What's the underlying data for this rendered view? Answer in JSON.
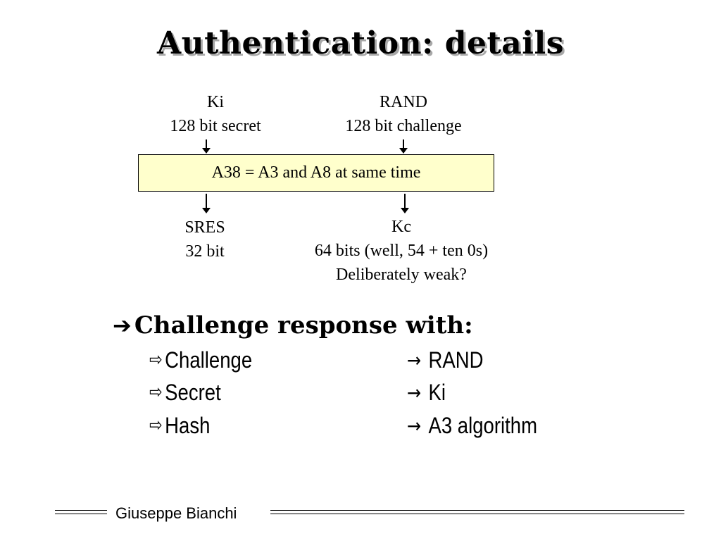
{
  "slide": {
    "title": "Authentication: details"
  },
  "diagram": {
    "inputs": [
      {
        "name": "Ki",
        "desc": "128 bit secret"
      },
      {
        "name": "RAND",
        "desc": "128 bit challenge"
      }
    ],
    "box_label": "A38 = A3 and A8 at same time",
    "outputs": [
      {
        "name": "SRES",
        "desc": "32 bit"
      },
      {
        "name": "Kc",
        "desc": "64 bits (well, 54 + ten 0s)",
        "note": "Deliberately weak?"
      }
    ]
  },
  "bullets": {
    "main_icon": "arrow-right-bold-icon",
    "main_text": "Challenge response with:",
    "sub_icon": "outline-arrow-right-icon",
    "map_icon": "arrow-right-icon",
    "items": [
      {
        "term": "Challenge",
        "value": "RAND"
      },
      {
        "term": "Secret",
        "value": "Ki"
      },
      {
        "term": "Hash",
        "value": "A3 algorithm"
      }
    ]
  },
  "footer": {
    "author": "Giuseppe Bianchi"
  }
}
